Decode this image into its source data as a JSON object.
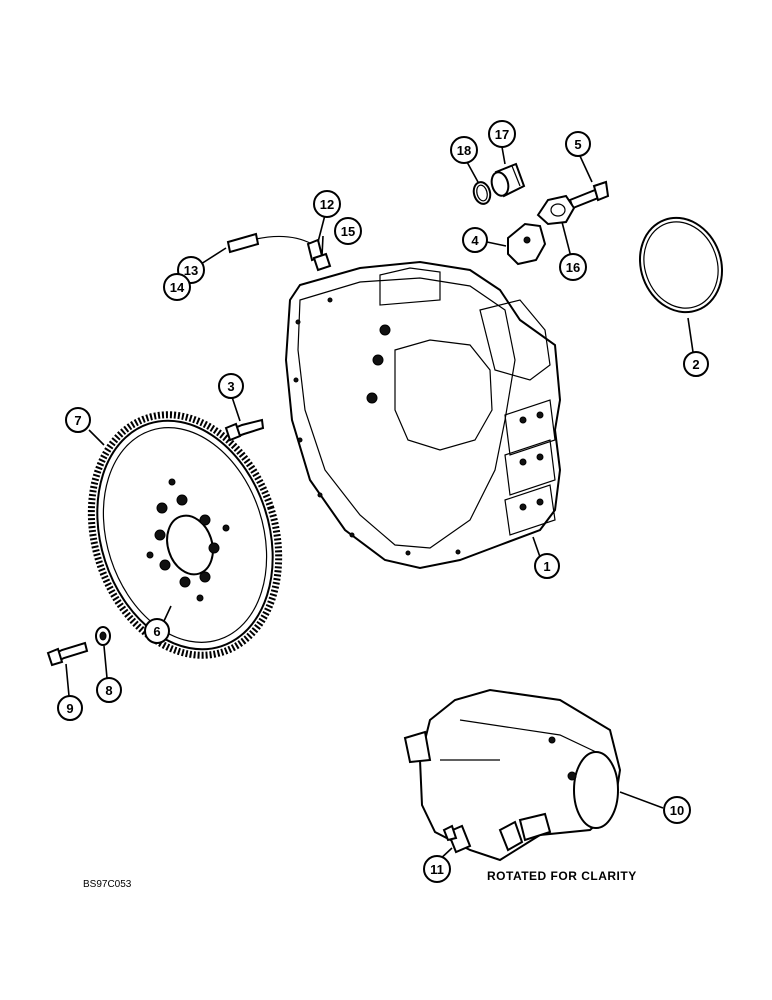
{
  "figure": {
    "drawing_id": "BS97C053",
    "caption": "ROTATED FOR CLARITY"
  },
  "callouts": [
    {
      "id": "c1",
      "label": "1"
    },
    {
      "id": "c2",
      "label": "2"
    },
    {
      "id": "c3",
      "label": "3"
    },
    {
      "id": "c4",
      "label": "4"
    },
    {
      "id": "c5",
      "label": "5"
    },
    {
      "id": "c6",
      "label": "6"
    },
    {
      "id": "c7",
      "label": "7"
    },
    {
      "id": "c8",
      "label": "8"
    },
    {
      "id": "c9",
      "label": "9"
    },
    {
      "id": "c10",
      "label": "10"
    },
    {
      "id": "c11",
      "label": "11"
    },
    {
      "id": "c12",
      "label": "12"
    },
    {
      "id": "c13",
      "label": "13"
    },
    {
      "id": "c14",
      "label": "14"
    },
    {
      "id": "c15",
      "label": "15"
    },
    {
      "id": "c16",
      "label": "16"
    },
    {
      "id": "c17",
      "label": "17"
    },
    {
      "id": "c18",
      "label": "18"
    }
  ]
}
